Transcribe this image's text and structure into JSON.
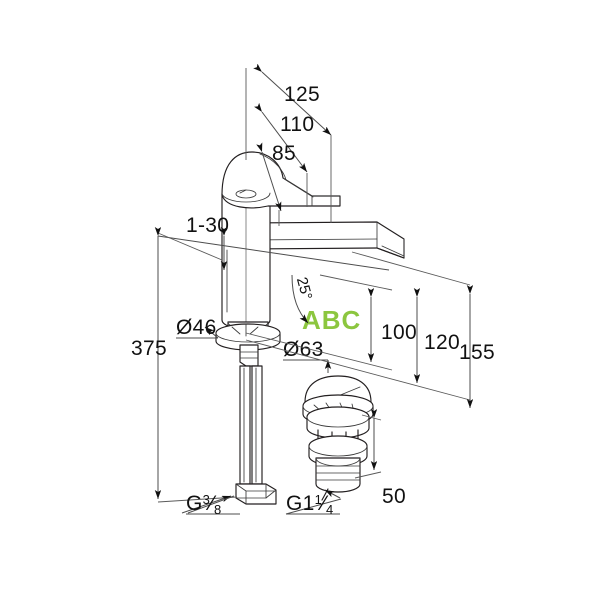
{
  "document": {
    "kind": "technical-drawing",
    "subject": "single-lever basin mixer faucet with push-open waste valve",
    "background_color": "#ffffff",
    "line_color": "#231f20",
    "dimension_color": "#4d4d4d"
  },
  "dimensions": {
    "spout_reach_125": "125",
    "spout_reach_110": "110",
    "spout_reach_85": "85",
    "worktop_thickness": "1-30",
    "body_diameter": "Ø46",
    "total_height": "375",
    "waste_cap_diameter": "Ø63",
    "height_100": "100",
    "height_120": "120",
    "height_155": "155",
    "waste_body_height": "50",
    "swivel_angle": "25°"
  },
  "threads": {
    "supply_connection_label": "G",
    "supply_connection_numerator": "3",
    "supply_connection_denominator": "8",
    "supply_connection_full": "G⅜",
    "waste_connection_label": "G1",
    "waste_connection_numerator": "1",
    "waste_connection_denominator": "4",
    "waste_connection_full": "G1¼"
  },
  "watermark": {
    "text": "ABC",
    "color": "#8CC63F"
  }
}
